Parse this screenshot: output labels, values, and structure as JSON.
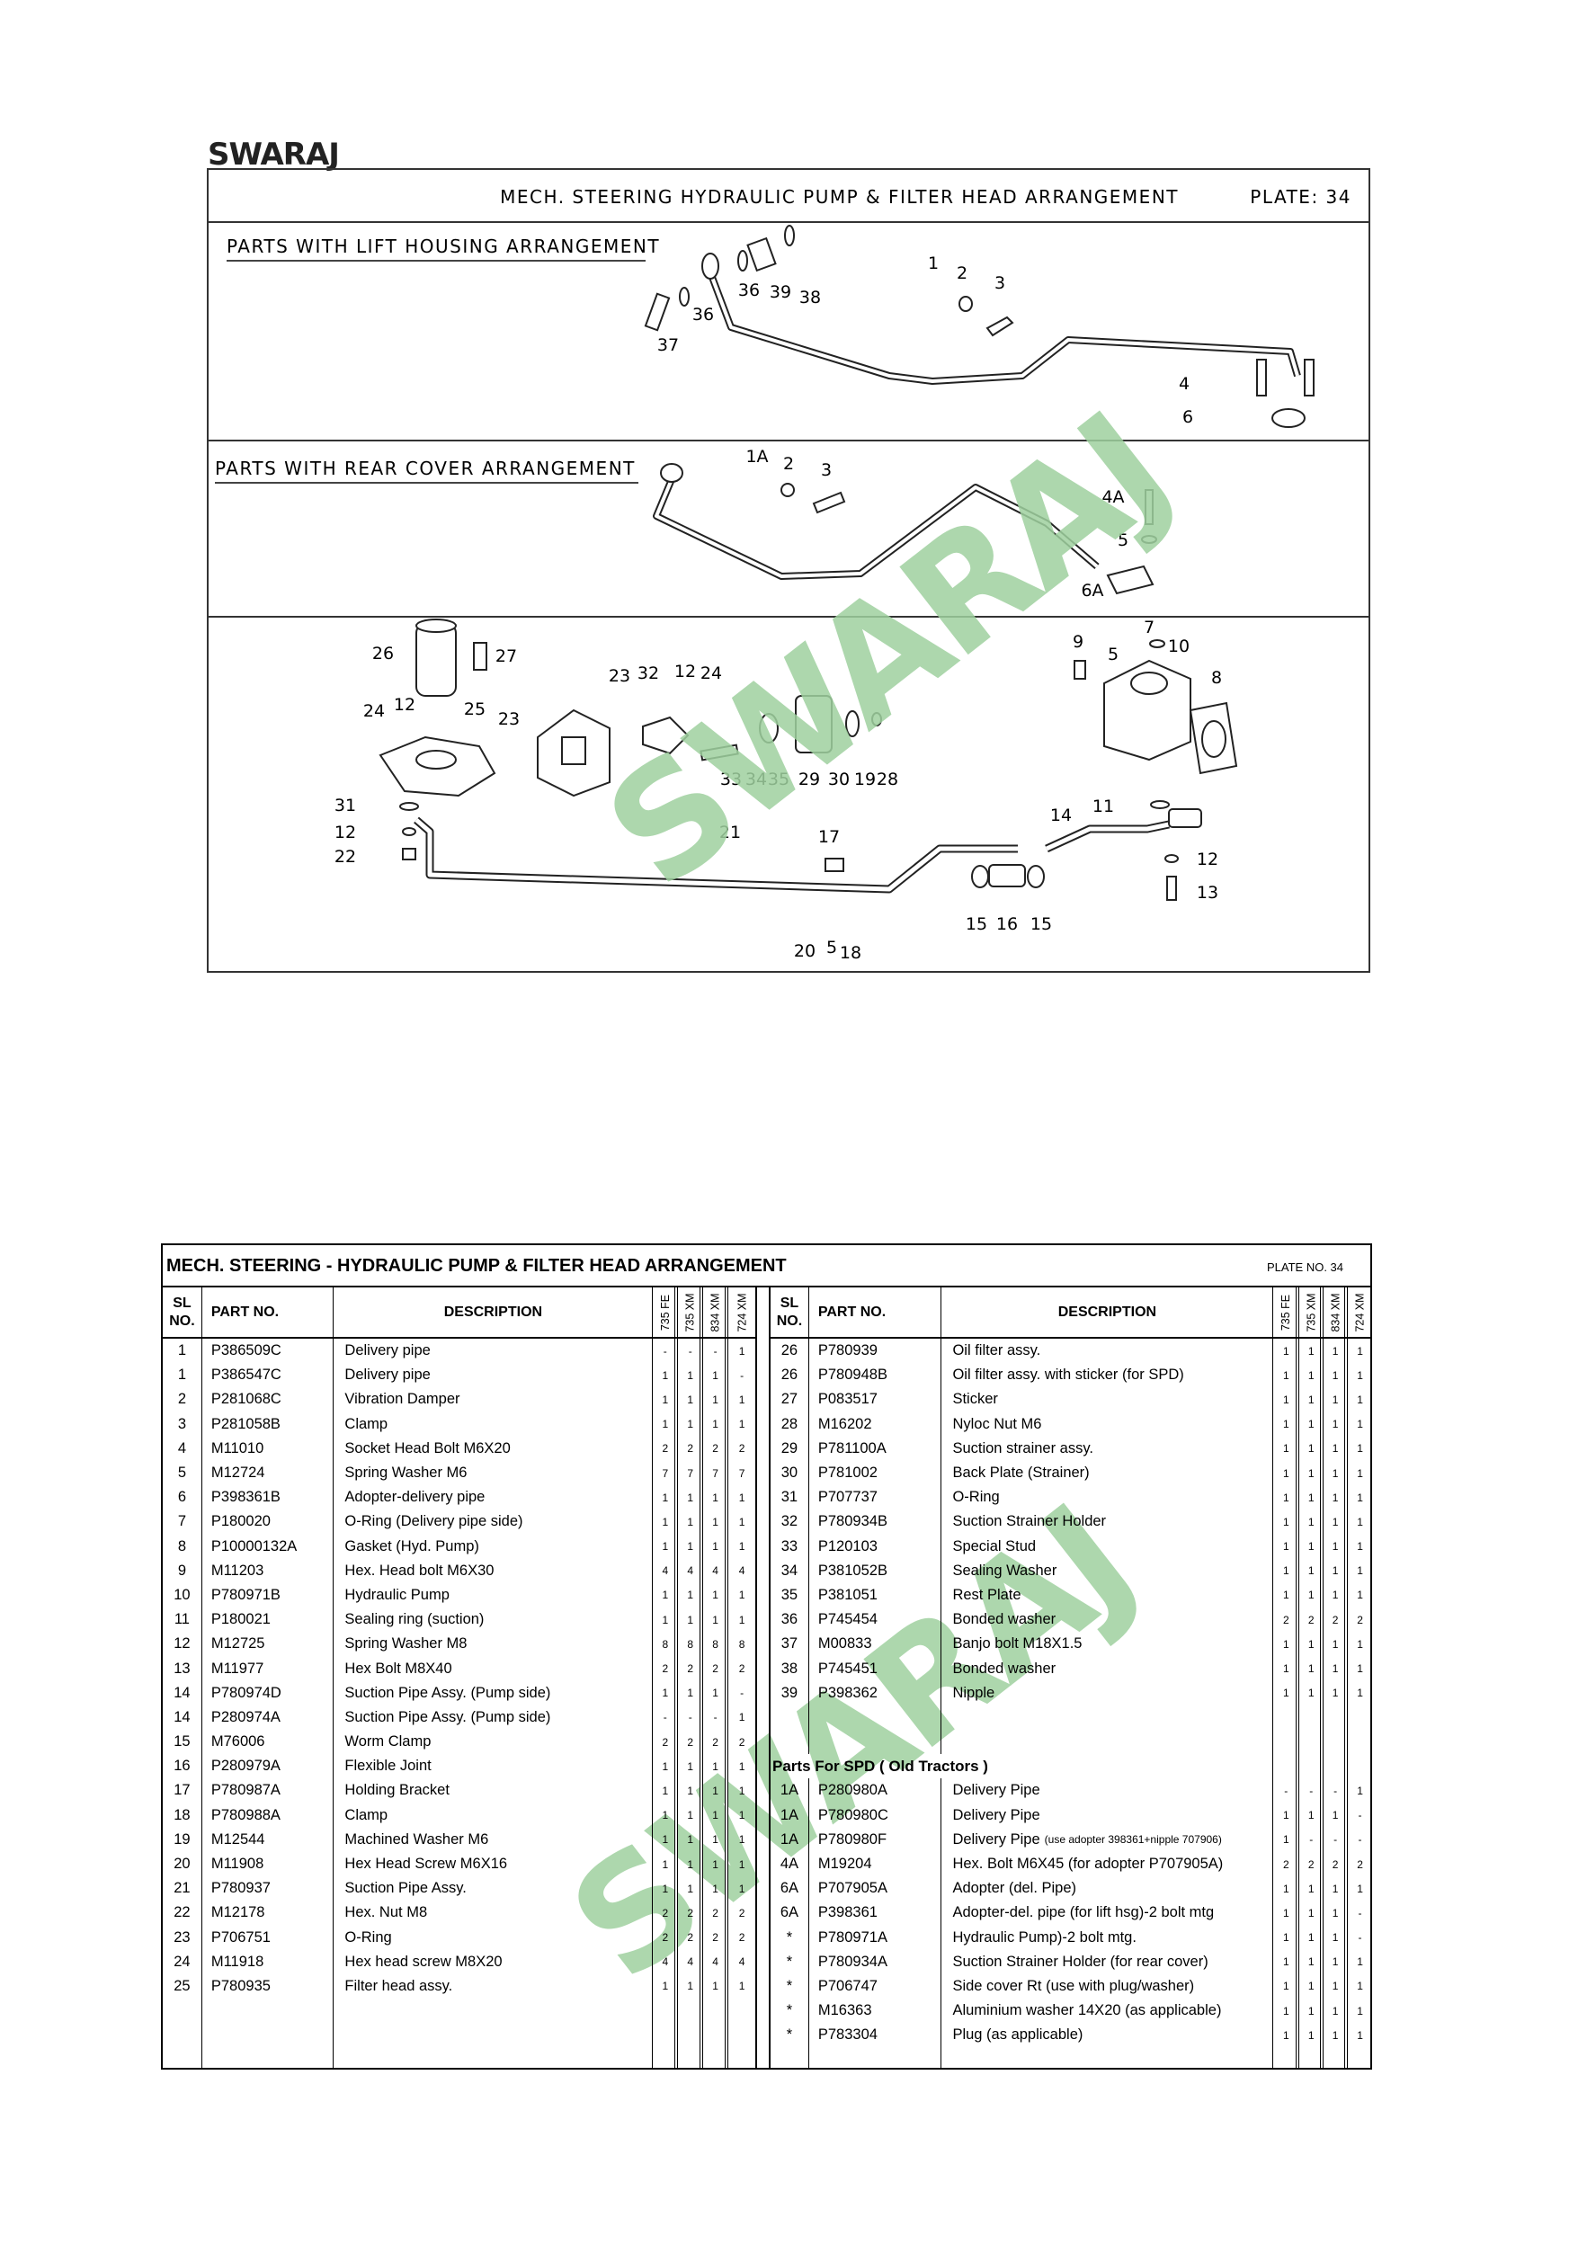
{
  "logo": "SWARAJ",
  "watermark": "SWARAJ",
  "diagram": {
    "title": "MECH. STEERING HYDRAULIC PUMP & FILTER HEAD ARRANGEMENT",
    "plate": "PLATE: 34",
    "section1": "PARTS WITH LIFT HOUSING ARRANGEMENT",
    "section2": "PARTS WITH REAR COVER ARRANGEMENT",
    "callouts": [
      "1",
      "2",
      "3",
      "36",
      "39",
      "38",
      "36",
      "37",
      "4",
      "6",
      "1A",
      "2",
      "3",
      "4A",
      "5",
      "6A",
      "26",
      "27",
      "24",
      "12",
      "25",
      "23",
      "23",
      "32",
      "12",
      "24",
      "33",
      "34",
      "35",
      "29",
      "30",
      "19",
      "28",
      "9",
      "7",
      "5",
      "10",
      "8",
      "31",
      "12",
      "22",
      "21",
      "17",
      "14",
      "11",
      "12",
      "13",
      "15",
      "16",
      "15",
      "20",
      "5",
      "18"
    ]
  },
  "table": {
    "title": "MECH. STEERING - HYDRAULIC PUMP & FILTER HEAD ARRANGEMENT",
    "plate": "PLATE NO.  34",
    "headers": {
      "sl1": "SL",
      "sl2": "NO.",
      "part": "PART NO.",
      "desc": "DESCRIPTION",
      "models": [
        "735 FE",
        "735 XM",
        "834 XM",
        "724 XM"
      ]
    },
    "left_rows": [
      [
        "1",
        "P386509C",
        "Delivery pipe",
        "-",
        "-",
        "-",
        "1"
      ],
      [
        "1",
        "P386547C",
        "Delivery pipe",
        "1",
        "1",
        "1",
        "-"
      ],
      [
        "2",
        "P281068C",
        "Vibration Damper",
        "1",
        "1",
        "1",
        "1"
      ],
      [
        "3",
        "P281058B",
        "Clamp",
        "1",
        "1",
        "1",
        "1"
      ],
      [
        "4",
        "M11010",
        "Socket Head Bolt M6X20",
        "2",
        "2",
        "2",
        "2"
      ],
      [
        "5",
        "M12724",
        "Spring Washer M6",
        "7",
        "7",
        "7",
        "7"
      ],
      [
        "6",
        "P398361B",
        "Adopter-delivery pipe",
        "1",
        "1",
        "1",
        "1"
      ],
      [
        "7",
        "P180020",
        "O-Ring (Delivery pipe side)",
        "1",
        "1",
        "1",
        "1"
      ],
      [
        "8",
        "P10000132A",
        "Gasket (Hyd. Pump)",
        "1",
        "1",
        "1",
        "1"
      ],
      [
        "9",
        "M11203",
        "Hex. Head bolt M6X30",
        "4",
        "4",
        "4",
        "4"
      ],
      [
        "10",
        "P780971B",
        "Hydraulic Pump",
        "1",
        "1",
        "1",
        "1"
      ],
      [
        "11",
        "P180021",
        "Sealing ring (suction)",
        "1",
        "1",
        "1",
        "1"
      ],
      [
        "12",
        "M12725",
        "Spring Washer M8",
        "8",
        "8",
        "8",
        "8"
      ],
      [
        "13",
        "M11977",
        "Hex Bolt M8X40",
        "2",
        "2",
        "2",
        "2"
      ],
      [
        "14",
        "P780974D",
        "Suction Pipe Assy. (Pump side)",
        "1",
        "1",
        "1",
        "-"
      ],
      [
        "14",
        "P280974A",
        "Suction Pipe Assy. (Pump side)",
        "-",
        "-",
        "-",
        "1"
      ],
      [
        "15",
        "M76006",
        "Worm Clamp",
        "2",
        "2",
        "2",
        "2"
      ],
      [
        "16",
        "P280979A",
        "Flexible Joint",
        "1",
        "1",
        "1",
        "1"
      ],
      [
        "17",
        "P780987A",
        "Holding Bracket",
        "1",
        "1",
        "1",
        "1"
      ],
      [
        "18",
        "P780988A",
        "Clamp",
        "1",
        "1",
        "1",
        "1"
      ],
      [
        "19",
        "M12544",
        "Machined Washer M6",
        "1",
        "1",
        "1",
        "1"
      ],
      [
        "20",
        "M11908",
        "Hex Head Screw M6X16",
        "1",
        "1",
        "1",
        "1"
      ],
      [
        "21",
        "P780937",
        "Suction Pipe Assy.",
        "1",
        "1",
        "1",
        "1"
      ],
      [
        "22",
        "M12178",
        "Hex. Nut M8",
        "2",
        "2",
        "2",
        "2"
      ],
      [
        "23",
        "P706751",
        "O-Ring",
        "2",
        "2",
        "2",
        "2"
      ],
      [
        "24",
        "M11918",
        "Hex head screw M8X20",
        "4",
        "4",
        "4",
        "4"
      ],
      [
        "25",
        "P780935",
        "Filter head assy.",
        "1",
        "1",
        "1",
        "1"
      ]
    ],
    "right_rows": [
      [
        "26",
        "P780939",
        "Oil filter assy.",
        "1",
        "1",
        "1",
        "1"
      ],
      [
        "26",
        "P780948B",
        "Oil filter assy. with sticker (for SPD)",
        "1",
        "1",
        "1",
        "1"
      ],
      [
        "27",
        "P083517",
        "Sticker",
        "1",
        "1",
        "1",
        "1"
      ],
      [
        "28",
        "M16202",
        "Nyloc Nut M6",
        "1",
        "1",
        "1",
        "1"
      ],
      [
        "29",
        "P781100A",
        "Suction strainer assy.",
        "1",
        "1",
        "1",
        "1"
      ],
      [
        "30",
        "P781002",
        "Back Plate (Strainer)",
        "1",
        "1",
        "1",
        "1"
      ],
      [
        "31",
        "P707737",
        "O-Ring",
        "1",
        "1",
        "1",
        "1"
      ],
      [
        "32",
        "P780934B",
        "Suction Strainer Holder",
        "1",
        "1",
        "1",
        "1"
      ],
      [
        "33",
        "P120103",
        "Special Stud",
        "1",
        "1",
        "1",
        "1"
      ],
      [
        "34",
        "P381052B",
        "Sealing Washer",
        "1",
        "1",
        "1",
        "1"
      ],
      [
        "35",
        "P381051",
        "Rest Plate",
        "1",
        "1",
        "1",
        "1"
      ],
      [
        "36",
        "P745454",
        "Bonded washer",
        "2",
        "2",
        "2",
        "2"
      ],
      [
        "37",
        "M00833",
        "Banjo bolt M18X1.5",
        "1",
        "1",
        "1",
        "1"
      ],
      [
        "38",
        "P745451",
        "Bonded washer",
        "1",
        "1",
        "1",
        "1"
      ],
      [
        "39",
        "P398362",
        "Nipple",
        "1",
        "1",
        "1",
        "1"
      ]
    ],
    "spd_heading": "Parts For SPD ( Old Tractors )",
    "spd_rows": [
      [
        "1A",
        "P280980A",
        "Delivery Pipe",
        "",
        "-",
        "-",
        "-",
        "1"
      ],
      [
        "1A",
        "P780980C",
        "Delivery Pipe",
        "",
        "1",
        "1",
        "1",
        "-"
      ],
      [
        "1A",
        "P780980F",
        "Delivery Pipe",
        "(use adopter 398361+nipple 707906)",
        "1",
        "-",
        "-",
        "-"
      ],
      [
        "4A",
        "M19204",
        "Hex. Bolt M6X45 (for adopter P707905A)",
        "",
        "2",
        "2",
        "2",
        "2"
      ],
      [
        "6A",
        "P707905A",
        "Adopter (del. Pipe)",
        "",
        "1",
        "1",
        "1",
        "1"
      ],
      [
        "6A",
        "P398361",
        "Adopter-del. pipe (for lift hsg)-2 bolt mtg",
        "",
        "1",
        "1",
        "1",
        "-"
      ],
      [
        "*",
        "P780971A",
        "Hydraulic Pump)-2 bolt mtg.",
        "",
        "1",
        "1",
        "1",
        "-"
      ],
      [
        "*",
        "P780934A",
        "Suction Strainer Holder (for rear cover)",
        "",
        "1",
        "1",
        "1",
        "1"
      ],
      [
        "*",
        "P706747",
        "Side cover Rt (use with plug/washer)",
        "",
        "1",
        "1",
        "1",
        "1"
      ],
      [
        "*",
        "M16363",
        "Aluminium washer 14X20 (as applicable)",
        "",
        "1",
        "1",
        "1",
        "1"
      ],
      [
        "*",
        "P783304",
        "Plug (as applicable)",
        "",
        "1",
        "1",
        "1",
        "1"
      ]
    ]
  }
}
